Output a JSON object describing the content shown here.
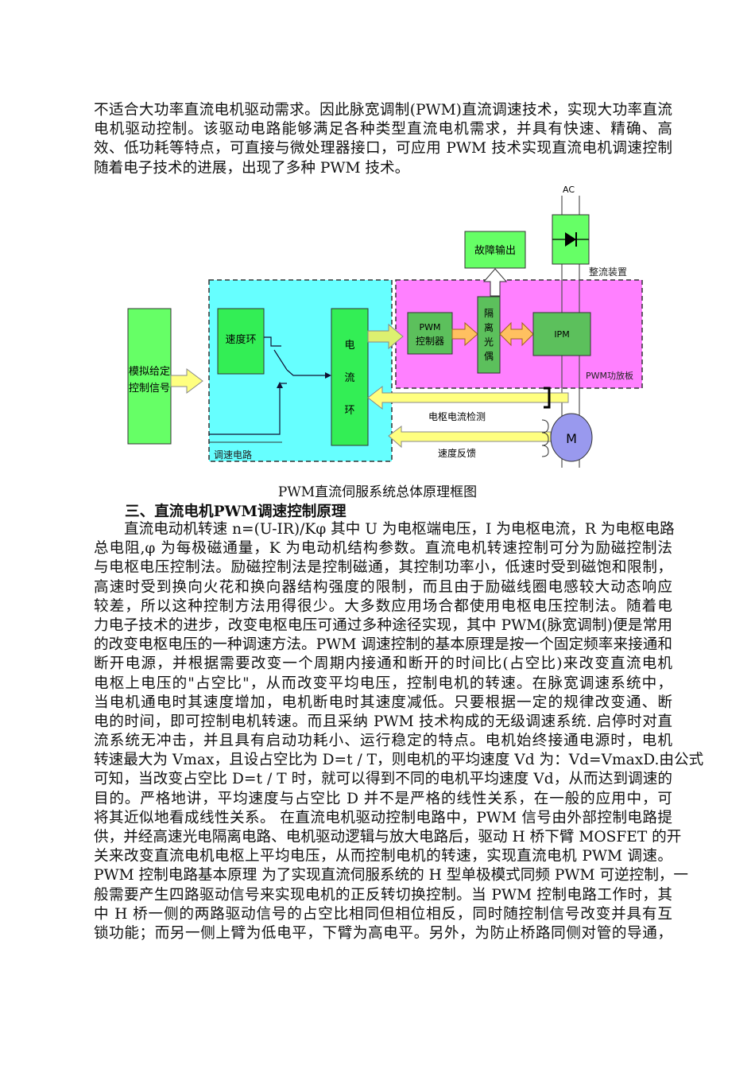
{
  "intro_paragraph": {
    "lines": [
      "不适合大功率直流电机驱动需求。因此脉宽调制(PWM)直流调速技术，实现大功率直流",
      "电机驱动控制。该驱动电路能够满足各种类型直流电机需求，并具有快速、精确、高",
      "效、低功耗等特点，可直接与微处理器接口，可应用 PWM 技术实现直流电机调速控制",
      "随着电子技术的进展，出现了多种 PWM 技术。"
    ]
  },
  "diagram": {
    "colors": {
      "green_block": "#66ff66",
      "dark_green_block": "#5cc05c",
      "cyan_region": "#66ffff",
      "magenta_region": "#ff80ff",
      "arrow_yellow": "#ffff80",
      "arrow_orange": "#ffc060",
      "motor": "#9999ee"
    },
    "blocks": {
      "analog_input": [
        "模拟给定",
        "控制信号"
      ],
      "speed_loop": "速度环",
      "current_loop": [
        "电",
        "流",
        "环"
      ],
      "pwm_controller": [
        "PWM",
        "控制器"
      ],
      "optocoupler": [
        "隔",
        "离",
        "光",
        "偶"
      ],
      "ipm": "IPM",
      "fault_output": "故障输出",
      "motor": "M"
    },
    "labels": {
      "ac": "AC",
      "rectifier": "整流装置",
      "speed_circuit": "调速电路",
      "pwm_amp_board": "PWM功放板",
      "armature_current_detect": "电枢电流检测",
      "speed_feedback": "速度反馈"
    }
  },
  "caption": "PWM直流伺服系统总体原理框图",
  "section_heading": "三、直流电机PWM调速控制原理",
  "body_paragraph": {
    "lines": [
      "直流电动机转速 n=(U-IR)/Kφ 其中 U 为电枢端电压，I 为电枢电流，R 为电枢电路",
      "总电阻,φ 为每极磁通量，K 为电动机结构参数。直流电机转速控制可分为励磁控制法",
      "与电枢电压控制法。励磁控制法是控制磁通，其控制功率小，低速时受到磁饱和限制，",
      "高速时受到换向火花和换向器结构强度的限制，而且由于励磁线圈电感较大动态响应",
      "较差，所以这种控制方法用得很少。大多数应用场合都使用电枢电压控制法。随着电",
      "力电子技术的进步，改变电枢电压可通过多种途径实现，其中 PWM(脉宽调制)便是常用",
      "的改变电枢电压的一种调速方法。PWM 调速控制的基本原理是按一个固定频率来接通和",
      "断开电源，并根据需要改变一个周期内接通和断开的时间比(占空比)来改变直流电机",
      "电枢上电压的\"占空比\"，从而改变平均电压，控制电机的转速。在脉宽调速系统中，",
      "当电机通电时其速度增加，电机断电时其速度减低。只要根据一定的规律改变通、断",
      "电的时间，即可控制电机转速。而且采纳 PWM 技术构成的无级调速系统. 启停时对直",
      "流系统无冲击，并且具有启动功耗小、运行稳定的特点。电机始终接通电源时，电机",
      "转速最大为 Vmax，且设占空比为 D=t / T，则电机的平均速度 Vd 为：Vd=VmaxD.由公式",
      "可知，当改变占空比 D=t / T 时，就可以得到不同的电机平均速度 Vd，从而达到调速的",
      "目的。严格地讲，平均速度与占空比 D 并不是严格的线性关系，在一般的应用中，可",
      "将其近似地看成线性关系。 在直流电机驱动控制电路中，PWM 信号由外部控制电路提",
      "供，并经高速光电隔离电路、电机驱动逻辑与放大电路后，驱动 H 桥下臂 MOSFET 的开",
      "关来改变直流电机电枢上平均电压，从而控制电机的转速，实现直流电机 PWM 调速。",
      "PWM 控制电路基本原理 为了实现直流伺服系统的 H 型单极模式同频 PWM 可逆控制，一",
      "般需要产生四路驱动信号来实现电机的正反转切换控制。当 PWM 控制电路工作时，其",
      "中 H 桥一侧的两路驱动信号的占空比相同但相位相反，同时随控制信号改变并具有互",
      "锁功能；而另一侧上臂为低电平，下臂为高电平。另外，为防止桥路同侧对管的导通，"
    ]
  }
}
